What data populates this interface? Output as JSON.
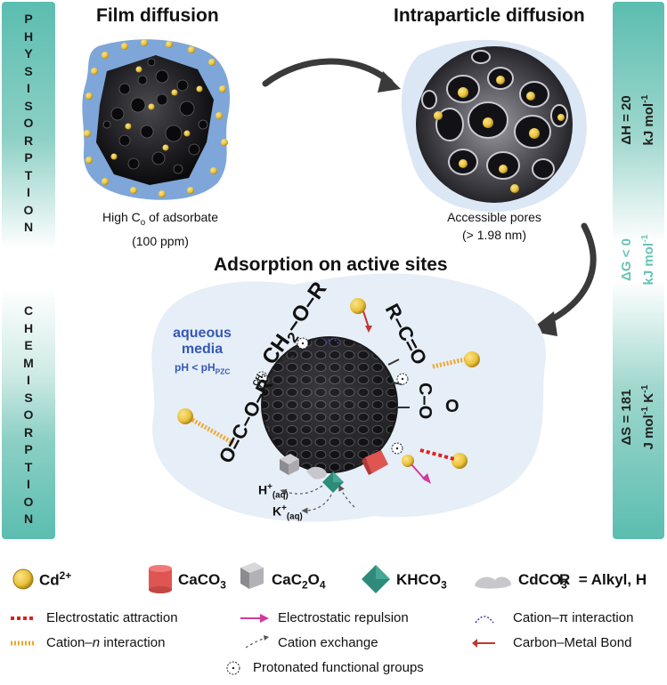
{
  "stages": {
    "film": {
      "title": "Film diffusion",
      "caption_line1_a": "High C",
      "caption_line1_sub": "o",
      "caption_line1_b": " of adsorbate",
      "caption_line2": "(100 ppm)"
    },
    "intra": {
      "title": "Intraparticle diffusion",
      "caption_line1": "Accessible pores",
      "caption_line2": "(> 1.98 nm)"
    },
    "active": {
      "title": "Adsorption on active sites"
    }
  },
  "left_bars": {
    "physisorption": [
      "P",
      "H",
      "Y",
      "S",
      "I",
      "S",
      "O",
      "R",
      "P",
      "T",
      "I",
      "O",
      "N"
    ],
    "chemisorption": [
      "C",
      "H",
      "E",
      "M",
      "I",
      "S",
      "O",
      "R",
      "P",
      "T",
      "I",
      "O",
      "N"
    ]
  },
  "right_bars": {
    "dH": {
      "line1": "ΔH = 20",
      "line2a": "kJ mol",
      "line2sup": "-1"
    },
    "dG": {
      "line1": "ΔG < 0",
      "line2a": "kJ mol",
      "line2sup": "-1"
    },
    "dS": {
      "line1": "ΔS = 181",
      "line2a": "J mol",
      "line2sup": "-1",
      "line2b": " K",
      "line2sup2": "-1"
    }
  },
  "central": {
    "media_line1": "aqueous",
    "media_line2": "media",
    "ph": "pH < pH",
    "ph_sub": "PZC",
    "ch2or_ch": "CH",
    "ch2or_2": "2",
    "ch2or_o": "O",
    "ch2or_r": "R",
    "ch3": "CH",
    "ch3_sub": "3",
    "r_c_o_r": "R",
    "r_c_o_c": "C",
    "r_c_o_o": "O",
    "cor_r": "R",
    "cor_o1": "O",
    "cor_c": "C",
    "cor_eq": "=",
    "cor_o2": "O",
    "ceq": "=",
    "coo_c": "C",
    "coo_o": "O",
    "coo_dash": "O",
    "h_ion": "H",
    "h_sup": "+",
    "h_sub": "(aq)",
    "k_ion": "K",
    "k_sup": "+",
    "k_sub": "(aq)"
  },
  "legend": {
    "cd": {
      "label": "Cd",
      "sup": "2+"
    },
    "caco3": {
      "label": "CaCO",
      "sub": "3"
    },
    "cac2o4": {
      "a": "CaC",
      "sub1": "2",
      "b": "O",
      "sub2": "4"
    },
    "khco3": {
      "label": "KHCO",
      "sub": "3"
    },
    "cdco3": {
      "label": "CdCO",
      "sub": "3"
    },
    "r_def": "R  = Alkyl, H",
    "interactions": {
      "electrostatic_attraction": "Electrostatic attraction",
      "electrostatic_repulsion": "Electrostatic repulsion",
      "cation_pi": "Cation–π interaction",
      "cation_n_a": "Cation–",
      "cation_n_b": "n",
      "cation_n_c": " interaction",
      "cation_exchange": "Cation exchange",
      "carbon_metal": "Carbon–Metal Bond",
      "protonated": "Protonated functional groups"
    }
  },
  "colors": {
    "bar_teal": "#5bbdb0",
    "blob_blue": "#7ea6d8",
    "pale_blue": "#e6eef8",
    "cd_yellow": "#e9c23a",
    "caco3_red": "#de5552",
    "khco3_teal": "#2e8b7a",
    "arrow_gray": "#3a3a3a",
    "media_blue": "#3558b5",
    "red_dots": "#e0201e",
    "orange": "#f0a72a",
    "magenta": "#d23a9b",
    "purple": "#4a3fb5",
    "teal_text": "#6ac3b4"
  }
}
